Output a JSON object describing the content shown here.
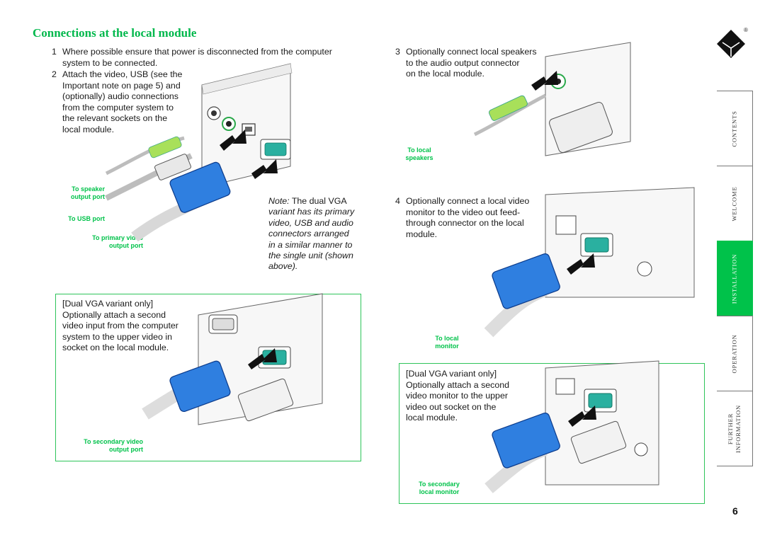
{
  "page": {
    "title": "Connections at the local module",
    "page_number": "6"
  },
  "steps": [
    {
      "num": "1",
      "lines": [
        "Where possible ensure that power is disconnected from the computer",
        "system to be connected."
      ]
    },
    {
      "num": "2",
      "lines": [
        "Attach the video, USB (see the",
        "Important note on page 5) and",
        "(optionally) audio connections",
        "from the computer system to",
        "the relevant sockets on the",
        "local module."
      ]
    },
    {
      "num": "3",
      "lines": [
        "Optionally connect local speakers",
        "to the audio output connector",
        "on the local module."
      ]
    },
    {
      "num": "4",
      "lines": [
        "Optionally connect a local video",
        "monitor to the video out feed-",
        "through connector on the local",
        "module."
      ]
    }
  ],
  "note": {
    "prefix": "Note:",
    "lines": [
      " The dual VGA",
      "variant has its primary",
      "video, USB and audio",
      "connectors arranged",
      "in a similar manner to",
      "the single unit (shown",
      "above)."
    ]
  },
  "dual_boxes": [
    {
      "lines": [
        "[Dual VGA variant only]",
        "Optionally attach a second",
        "video input from the computer",
        "system to the upper video in",
        "socket on the local module."
      ]
    },
    {
      "lines": [
        "[Dual VGA variant only]",
        "Optionally attach a second",
        "video monitor to the upper",
        "video out socket on the",
        "local module."
      ]
    }
  ],
  "labels": {
    "speaker_port": [
      "To speaker",
      "output port"
    ],
    "usb_port": "To USB port",
    "primary_video": [
      "To primary video",
      "output port"
    ],
    "secondary_video": [
      "To secondary video",
      "output port"
    ],
    "local_speakers": [
      "To local",
      "speakers"
    ],
    "local_monitor": [
      "To local",
      "monitor"
    ],
    "secondary_monitor": [
      "To secondary",
      "local monitor"
    ]
  },
  "nav_tabs": [
    {
      "label": "CONTENTS",
      "active": false
    },
    {
      "label": "WELCOME",
      "active": false
    },
    {
      "label": "INSTALLATION",
      "active": true
    },
    {
      "label": "OPERATION",
      "active": false
    },
    {
      "label": "FURTHER\nINFORMATION",
      "active": false
    }
  ],
  "logo": {
    "mark": "®"
  },
  "colors": {
    "accent_green": "#00b84c",
    "connector_blue": "#2f7fe0",
    "jack_green": "#a8e05a",
    "socket_teal": "#2ab0a0"
  }
}
